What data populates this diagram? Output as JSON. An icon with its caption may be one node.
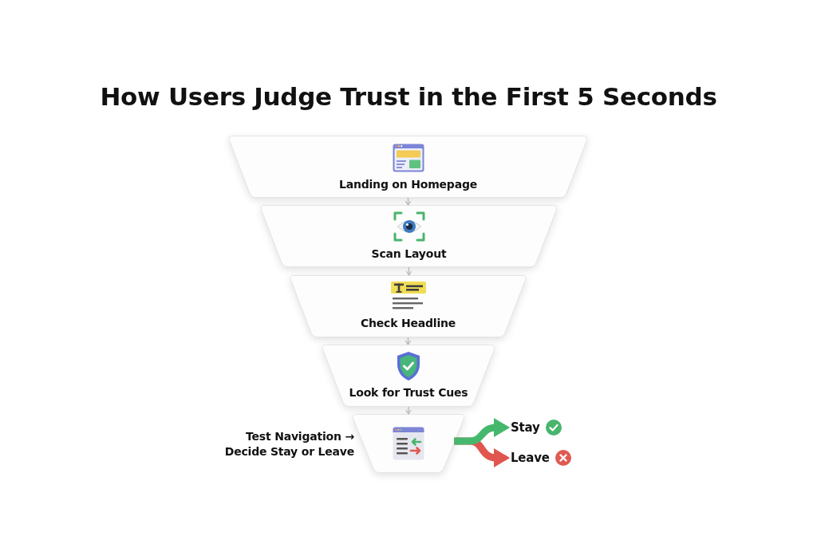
{
  "diagram": {
    "title": "How Users Judge Trust in the First 5 Seconds",
    "nodes": [
      {
        "text": [
          "Landing on Homepage"
        ]
      },
      {
        "text": [
          "Scan Layout"
        ]
      },
      {
        "text": [
          "Check Headline"
        ]
      },
      {
        "text": [
          "Look for Trust Cues"
        ]
      },
      {
        "text": [
          "Test Navigation → Decide Stay or Leave"
        ]
      },
      {
        "text": [
          "Stay"
        ]
      },
      {
        "text": [
          "Leave"
        ]
      }
    ],
    "edges": [
      {
        "from": 0,
        "to": 1,
        "arrow": "to"
      },
      {
        "from": 1,
        "to": 2,
        "arrow": "to"
      },
      {
        "from": 2,
        "to": 3,
        "arrow": "to"
      },
      {
        "from": 3,
        "to": 4,
        "arrow": "to"
      },
      {
        "from": 4,
        "to": 5,
        "arrow": "to",
        "style": "thick",
        "color": "#45b86e"
      },
      {
        "from": 4,
        "to": 6,
        "arrow": "to",
        "style": "thick",
        "color": "#e0564f"
      }
    ]
  }
}
